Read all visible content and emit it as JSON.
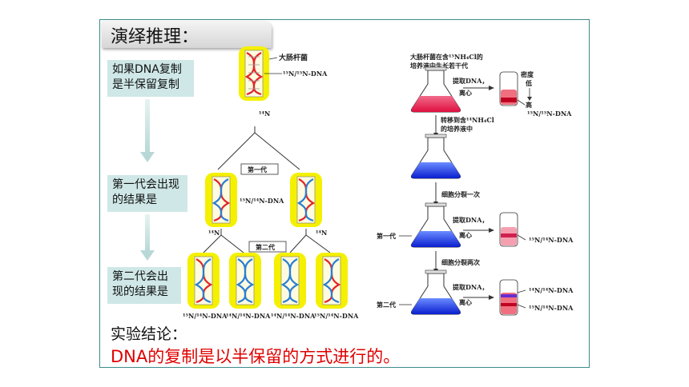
{
  "title": "演绎推理：",
  "steps": {
    "step1": "如果DNA复制是半保留复制",
    "step2": "第一代会出现的结果是",
    "step3": "第二代会出现的结果是"
  },
  "conclusion": {
    "label": "实验结论：",
    "text": "DNA的复制是以半保留的方式进行的。"
  },
  "left_diagram": {
    "bacterium_label": "大肠杆菌",
    "parent_dna_label": "¹⁵N/¹⁵N-DNA",
    "medium_label": "¹⁴N",
    "gen1_label": "第一代",
    "gen1_dna_label": "¹⁵N/¹⁴N-DNA",
    "medium_label_left": "¹⁴N",
    "medium_label_right": "¹⁴N",
    "gen2_label": "第二代",
    "gen2_dna_labels": [
      "¹⁵N/¹⁴N-DNA",
      "¹⁴N/¹⁴N-DNA",
      "¹⁴N/¹⁴N-DNA",
      "¹⁵N/¹⁴N-DNA"
    ]
  },
  "right_diagram": {
    "culture_label_1": "大肠杆菌在含¹⁵NH₄Cl的",
    "culture_label_2": "培养液中生长若干代",
    "extract_label": "提取DNA，",
    "centrifuge_label": "离心",
    "density_label_1": "密度",
    "density_label_2": "低",
    "density_high": "高",
    "parent_band_label": "¹⁵N/¹⁵N-DNA",
    "transfer_label_1": "转移到含¹⁴NH₄Cl",
    "transfer_label_2": "的培养液中",
    "divide_once": "细胞分裂一次",
    "gen1": "第一代",
    "gen1_band_label": "¹⁵N/¹⁴N-DNA",
    "divide_twice": "细胞分裂两次",
    "gen2": "第二代",
    "gen2_band_label_top": "¹⁴N/¹⁴N-DNA",
    "gen2_band_label_bottom": "¹⁵N/¹⁴N-DNA"
  },
  "colors": {
    "heavy_strand": "#e0262b",
    "light_strand": "#2a7fd4",
    "capsule": "#f5f000",
    "frame": "#3d8a8a",
    "conclusion": "#e00000"
  }
}
